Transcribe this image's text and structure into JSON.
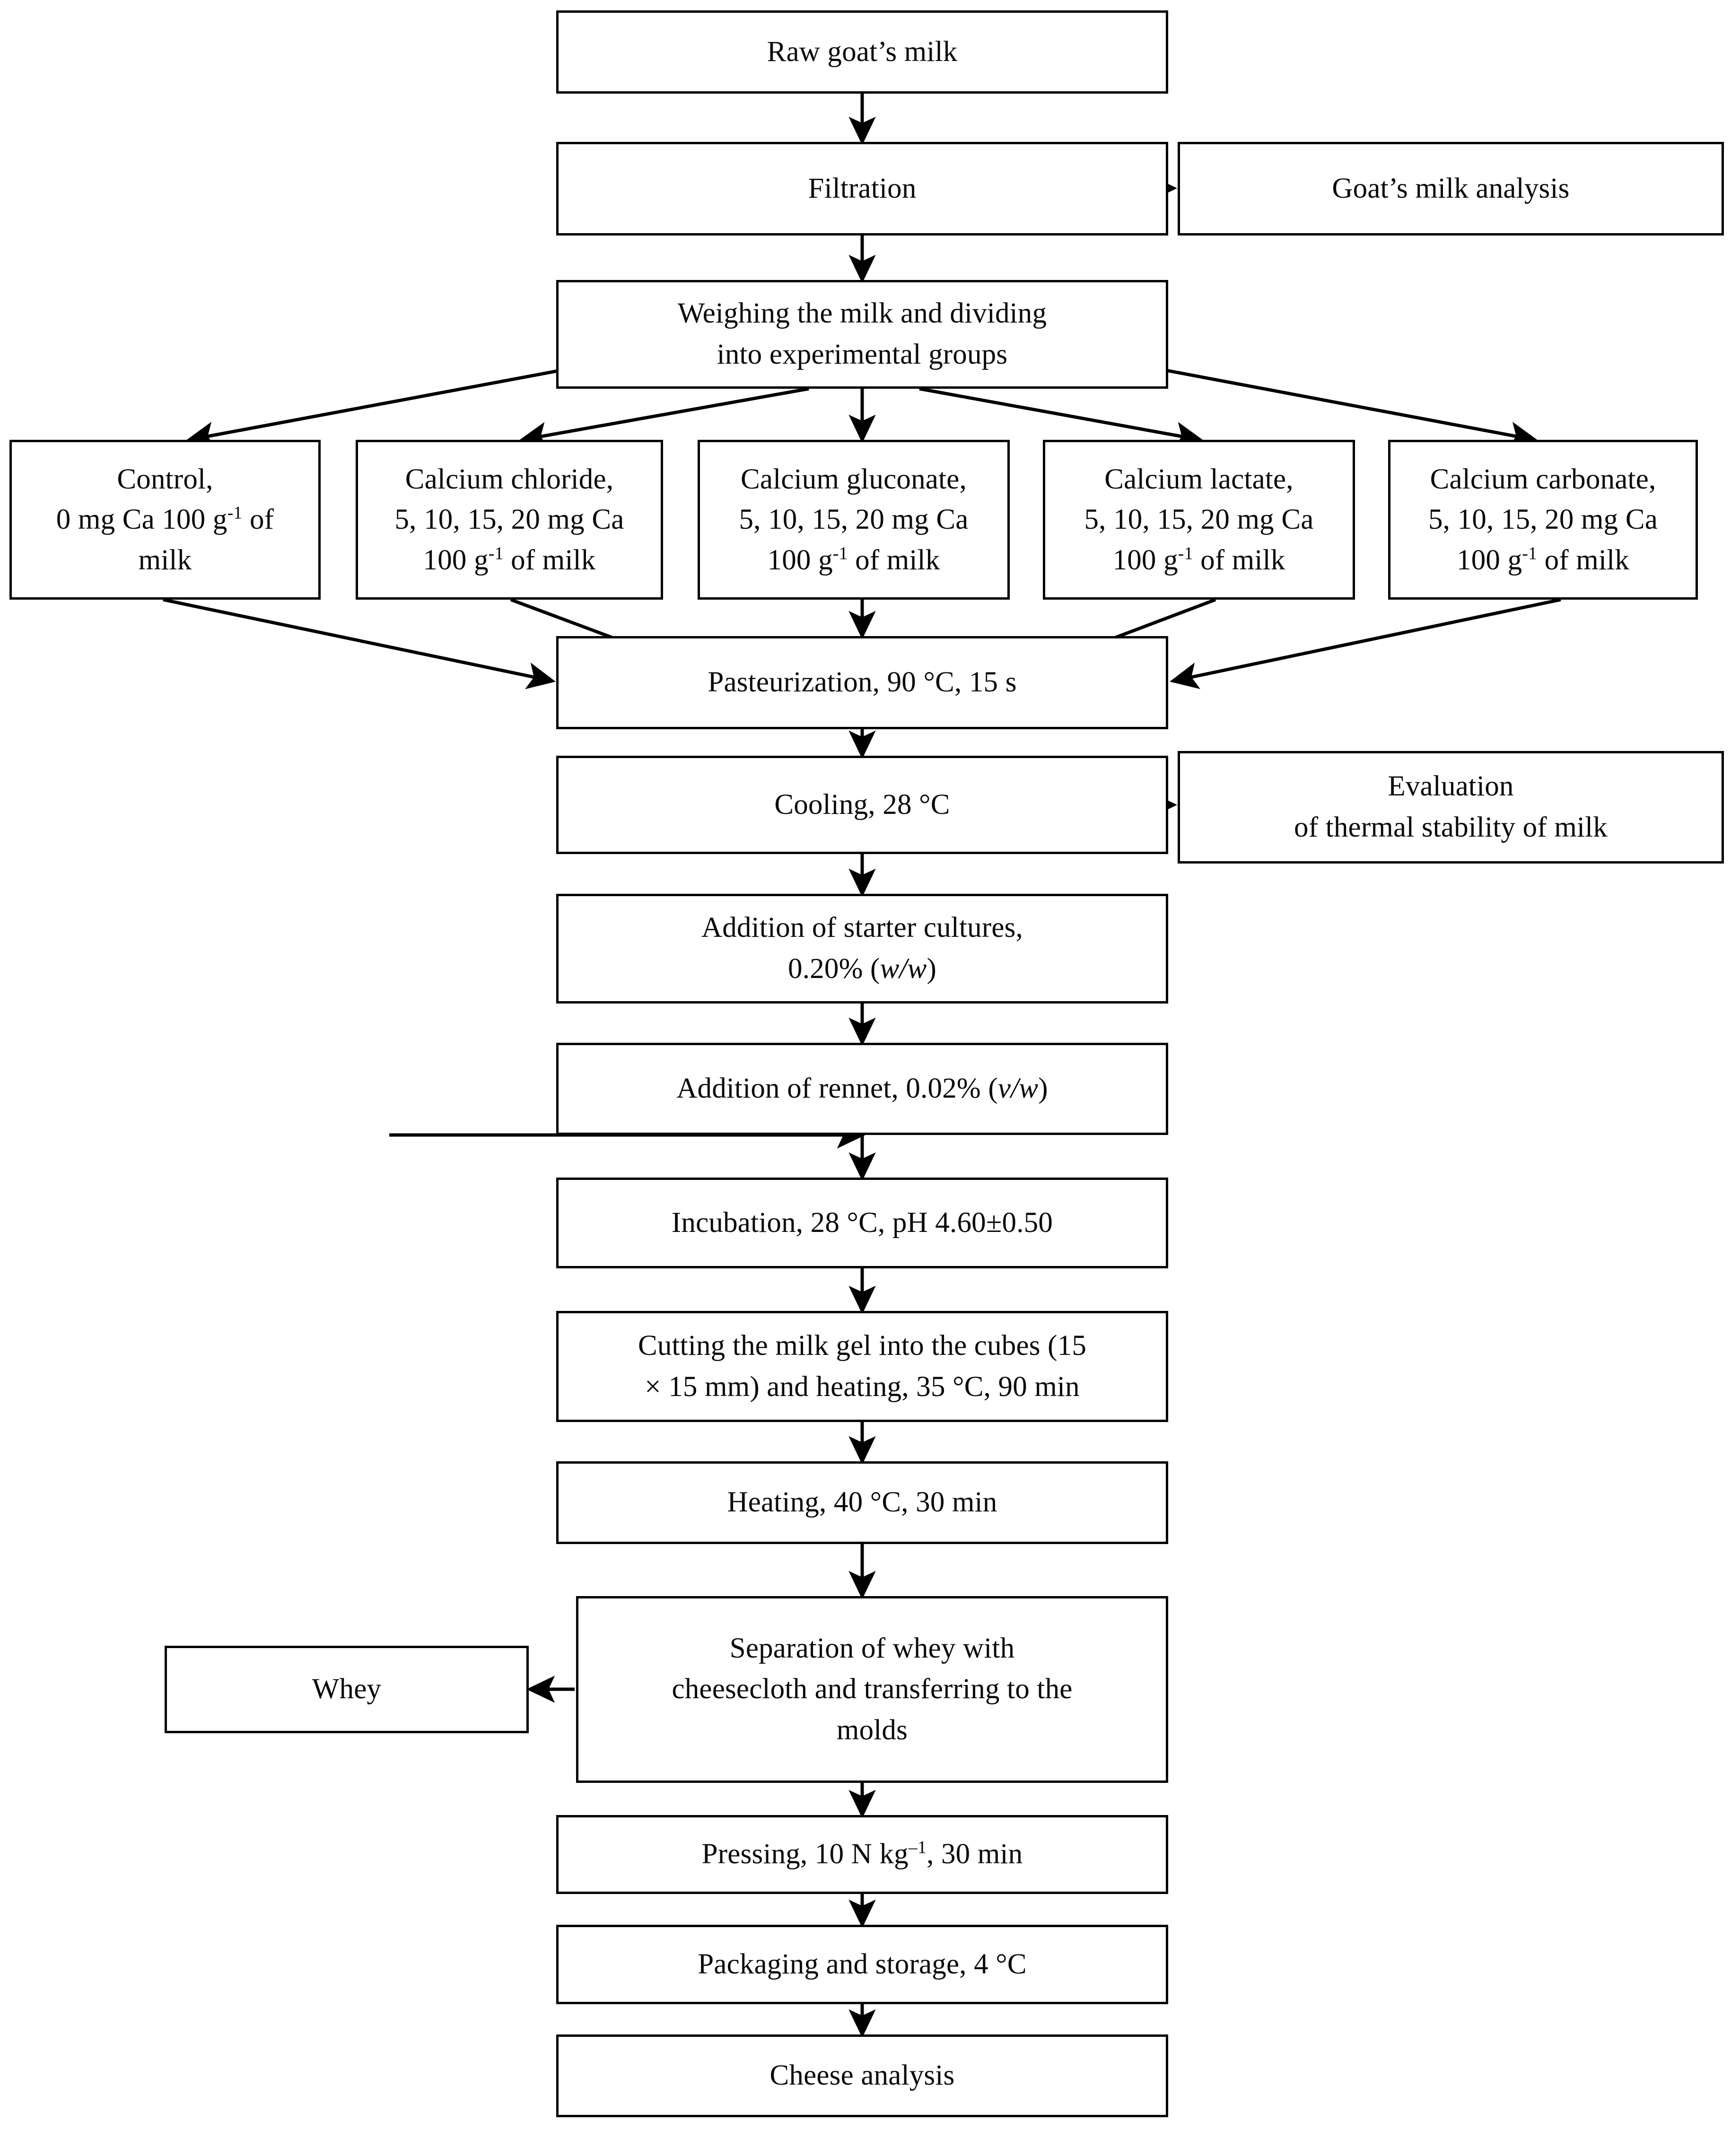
{
  "diagram": {
    "title": "Goat's milk cheese production flowchart",
    "line_color": "#000000",
    "box_fill": "#ffffff",
    "text_color": "#0a0a0a"
  },
  "nodes": {
    "raw_milk": {
      "label": "Raw goat’s milk"
    },
    "filtration": {
      "label": "Filtration"
    },
    "milk_analysis": {
      "label": "Goat’s milk analysis"
    },
    "weighing": {
      "line1": "Weighing the milk and dividing",
      "line2": "into experimental groups"
    },
    "groups": [
      {
        "id": "control",
        "line1": "Control,",
        "line2_pre": "0 mg Ca 100 g",
        "line2_sup": "-1",
        "line2_post": " of",
        "line3": "milk"
      },
      {
        "id": "calcium_chloride",
        "line1": "Calcium chloride,",
        "line2_pre": "5, 10, 15, 20 mg Ca",
        "line2_sup": "",
        "line2_post": "",
        "line3_pre": "100 g",
        "line3_sup": "-1",
        "line3_post": " of milk"
      },
      {
        "id": "calcium_gluconate",
        "line1": "Calcium gluconate,",
        "line2_pre": "5, 10, 15, 20 mg Ca",
        "line2_sup": "",
        "line2_post": "",
        "line3_pre": "100 g",
        "line3_sup": "-1",
        "line3_post": " of milk"
      },
      {
        "id": "calcium_lactate",
        "line1": "Calcium lactate,",
        "line2_pre": "5, 10, 15, 20 mg Ca",
        "line2_sup": "",
        "line2_post": "",
        "line3_pre": "100 g",
        "line3_sup": "-1",
        "line3_post": " of milk"
      },
      {
        "id": "calcium_carbonate",
        "line1": "Calcium carbonate,",
        "line2_pre": "5, 10, 15, 20 mg Ca",
        "line2_sup": "",
        "line2_post": "",
        "line3_pre": "100 g",
        "line3_sup": "-1",
        "line3_post": " of milk"
      }
    ],
    "pasteurization": {
      "label": "Pasteurization, 90 °C, 15 s"
    },
    "cooling": {
      "label": "Cooling, 28 °C"
    },
    "thermal_stability": {
      "line1": "Evaluation",
      "line2": "of thermal stability of milk"
    },
    "starter_cultures": {
      "line1": "Addition of starter cultures,",
      "line2_pre": "0.20% (",
      "line2_ital": "w/w",
      "line2_post": ")"
    },
    "rennet": {
      "pre": "Addition of rennet, 0.02% (",
      "ital": "v/w",
      "post": ")"
    },
    "incubation": {
      "label": "Incubation, 28 °C, pH 4.60±0.50"
    },
    "cutting": {
      "line1": "Cutting the milk gel into the cubes (15",
      "line2": "× 15 mm) and heating, 35 °C, 90 min"
    },
    "heating": {
      "label": "Heating,  40 °C, 30 min"
    },
    "separation": {
      "line1": "Separation of whey with",
      "line2": "cheesecloth and transferring to the",
      "line3": "molds"
    },
    "whey": {
      "label": "Whey"
    },
    "pressing": {
      "pre": "Pressing, 10 N kg",
      "sup": "–1",
      "post": ", 30 min"
    },
    "packaging": {
      "label": "Packaging and storage, 4 °C"
    },
    "cheese_analysis": {
      "label": "Cheese analysis"
    }
  },
  "flow_edges": [
    {
      "from": "raw_milk",
      "to": "filtration",
      "kind": "vertical"
    },
    {
      "from": "filtration",
      "to": "milk_analysis",
      "kind": "horizontal-right"
    },
    {
      "from": "filtration",
      "to": "weighing",
      "kind": "vertical"
    },
    {
      "from": "weighing",
      "to": "control",
      "kind": "diagonal-left-far"
    },
    {
      "from": "weighing",
      "to": "calcium_chloride",
      "kind": "diagonal-left-near"
    },
    {
      "from": "weighing",
      "to": "calcium_gluconate",
      "kind": "vertical"
    },
    {
      "from": "weighing",
      "to": "calcium_lactate",
      "kind": "diagonal-right-near"
    },
    {
      "from": "weighing",
      "to": "calcium_carbonate",
      "kind": "diagonal-right-far"
    },
    {
      "from": "control",
      "to": "pasteurization",
      "kind": "diagonal-in-left-side"
    },
    {
      "from": "calcium_chloride",
      "to": "pasteurization",
      "kind": "diagonal-in-left-top"
    },
    {
      "from": "calcium_gluconate",
      "to": "pasteurization",
      "kind": "vertical"
    },
    {
      "from": "calcium_lactate",
      "to": "pasteurization",
      "kind": "diagonal-in-right-top"
    },
    {
      "from": "calcium_carbonate",
      "to": "pasteurization",
      "kind": "diagonal-in-right-side"
    },
    {
      "from": "pasteurization",
      "to": "cooling",
      "kind": "vertical"
    },
    {
      "from": "cooling",
      "to": "thermal_stability",
      "kind": "horizontal-right"
    },
    {
      "from": "cooling",
      "to": "starter_cultures",
      "kind": "vertical"
    },
    {
      "from": "starter_cultures",
      "to": "rennet",
      "kind": "vertical"
    },
    {
      "from": "rennet",
      "to": "incubation",
      "kind": "vertical"
    },
    {
      "from": "incubation",
      "to": "cutting",
      "kind": "vertical"
    },
    {
      "from": "cutting",
      "to": "heating",
      "kind": "vertical"
    },
    {
      "from": "heating",
      "to": "separation",
      "kind": "vertical"
    },
    {
      "from": "separation",
      "to": "whey",
      "kind": "horizontal-left"
    },
    {
      "from": "separation",
      "to": "pressing",
      "kind": "vertical"
    },
    {
      "from": "pressing",
      "to": "packaging",
      "kind": "vertical"
    },
    {
      "from": "packaging",
      "to": "cheese_analysis",
      "kind": "vertical"
    }
  ]
}
